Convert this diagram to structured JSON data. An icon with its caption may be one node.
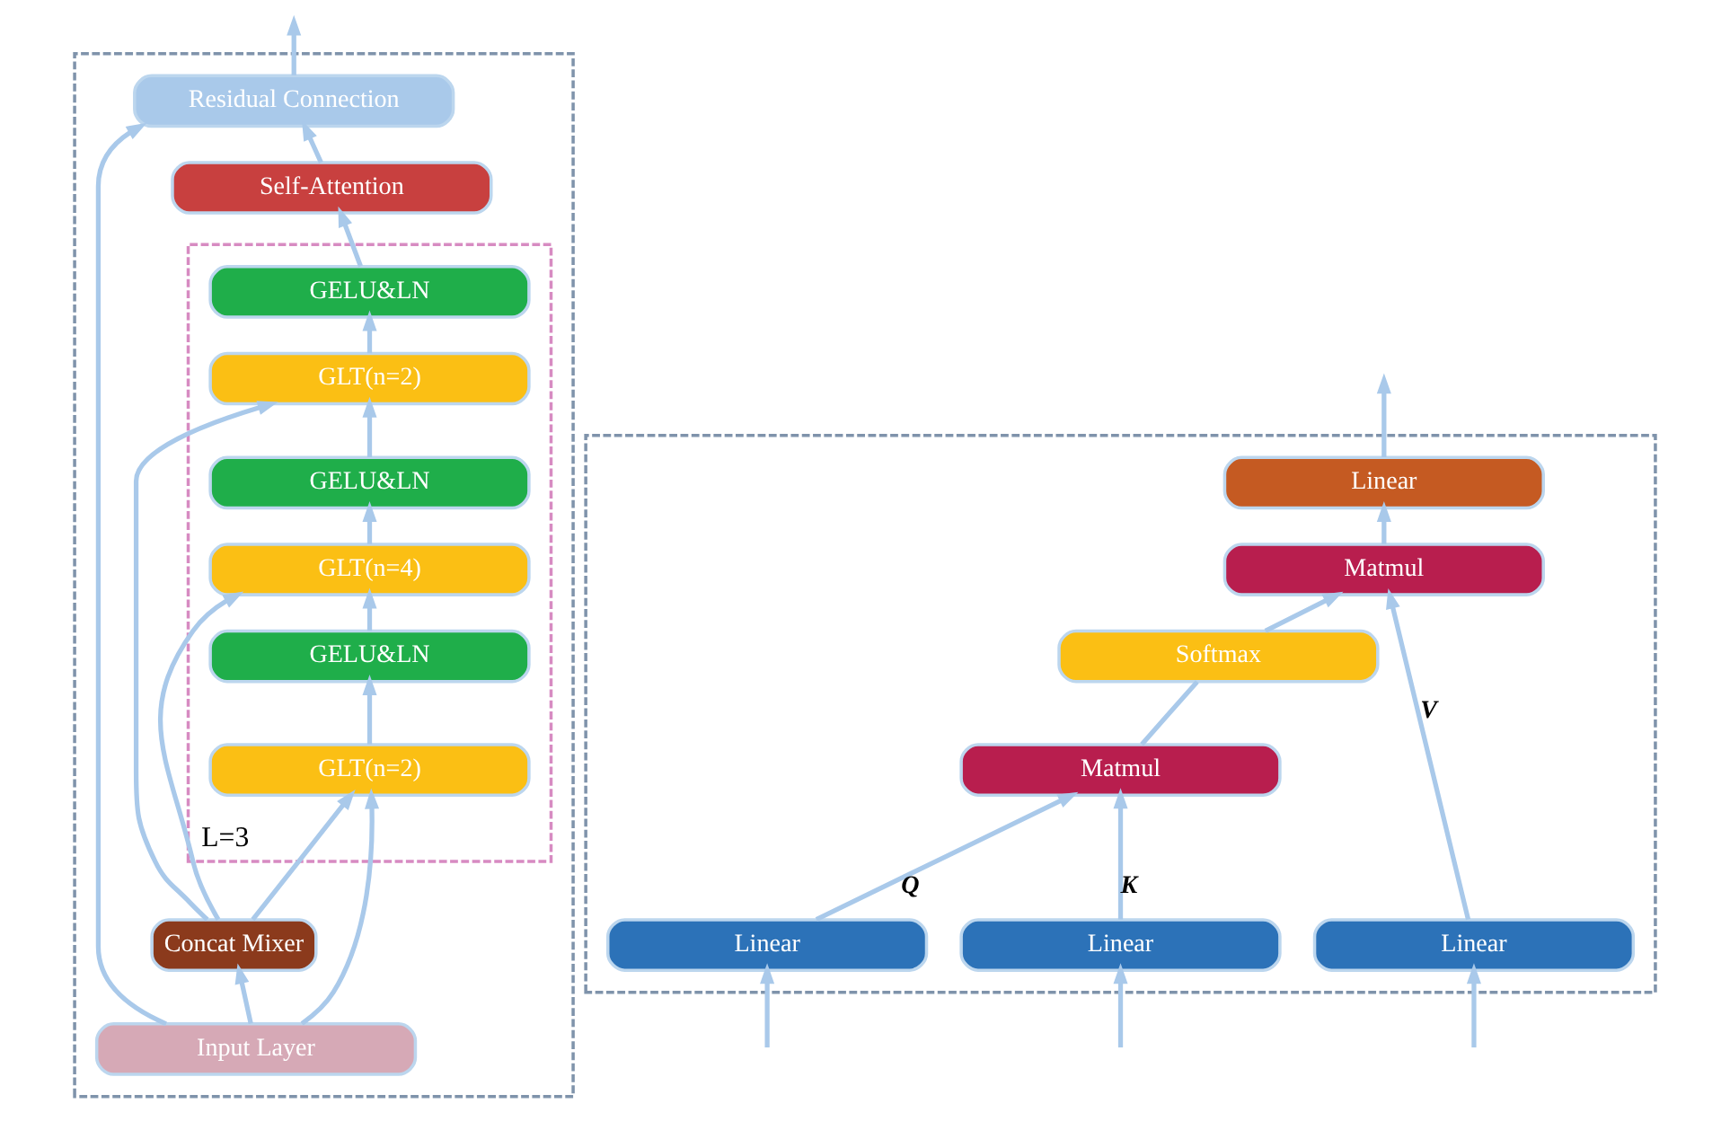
{
  "diagram": {
    "nodes": [
      {
        "text": [],
        "shape": "box"
      },
      {
        "text": [
          "Residual Connection"
        ],
        "in": 0
      },
      {
        "text": [
          "Self-Attention"
        ],
        "in": 0
      },
      {
        "text": [
          "L=3"
        ],
        "in": 0
      },
      {
        "text": [
          "GELU&LN"
        ],
        "in": 3
      },
      {
        "text": [
          "GLT(n=2)"
        ],
        "in": 3
      },
      {
        "text": [
          "GELU&LN"
        ],
        "in": 3
      },
      {
        "text": [
          "GLT(n=4)"
        ],
        "in": 3
      },
      {
        "text": [
          "GELU&LN"
        ],
        "in": 3
      },
      {
        "text": [
          "GLT(n=2)"
        ],
        "in": 3
      },
      {
        "text": [
          "Concat Mixer"
        ],
        "in": 0
      },
      {
        "text": [
          "Input Layer"
        ],
        "in": 0
      },
      {
        "text": [],
        "shape": "box"
      },
      {
        "text": [
          "Linear"
        ],
        "in": 12
      },
      {
        "text": [
          "Matmul"
        ],
        "in": 12
      },
      {
        "text": [
          "Softmax"
        ],
        "in": 12
      },
      {
        "text": [
          "Matmul"
        ],
        "in": 12
      },
      {
        "text": [
          "Linear"
        ],
        "in": 12
      },
      {
        "text": [
          "Linear"
        ],
        "in": 12
      },
      {
        "text": [
          "Linear"
        ],
        "in": 12
      }
    ],
    "edges": [
      {
        "from": 11,
        "to": 9,
        "arrow": "to"
      },
      {
        "from": 9,
        "to": 8,
        "arrow": "to"
      },
      {
        "from": 8,
        "to": 7,
        "arrow": "to"
      },
      {
        "from": 7,
        "to": 6,
        "arrow": "to"
      },
      {
        "from": 6,
        "to": 5,
        "arrow": "to"
      },
      {
        "from": 5,
        "to": 4,
        "arrow": "to"
      },
      {
        "from": 4,
        "to": 2,
        "arrow": "to"
      },
      {
        "from": 2,
        "to": 1,
        "arrow": "to"
      },
      {
        "from": 1,
        "to": null,
        "arrow": "to"
      },
      {
        "from": 11,
        "to": 1,
        "arrow": "to"
      },
      {
        "from": 11,
        "to": 10,
        "arrow": "to"
      },
      {
        "from": 10,
        "to": 5,
        "arrow": "to"
      },
      {
        "from": 10,
        "to": 7,
        "arrow": "to"
      },
      {
        "from": 10,
        "to": 9,
        "arrow": "to"
      },
      {
        "from": null,
        "to": 17,
        "arrow": "to"
      },
      {
        "from": null,
        "to": 18,
        "arrow": "to"
      },
      {
        "from": null,
        "to": 19,
        "arrow": "to"
      },
      {
        "from": 17,
        "to": 16,
        "arrow": "to",
        "label": "Q"
      },
      {
        "from": 18,
        "to": 16,
        "arrow": "to",
        "label": "K"
      },
      {
        "from": 19,
        "to": 14,
        "arrow": "to",
        "label": "V"
      },
      {
        "from": 16,
        "to": 15,
        "arrow": "none"
      },
      {
        "from": 15,
        "to": 14,
        "arrow": "to"
      },
      {
        "from": 14,
        "to": 13,
        "arrow": "to"
      },
      {
        "from": 13,
        "to": null,
        "arrow": "to"
      }
    ]
  }
}
